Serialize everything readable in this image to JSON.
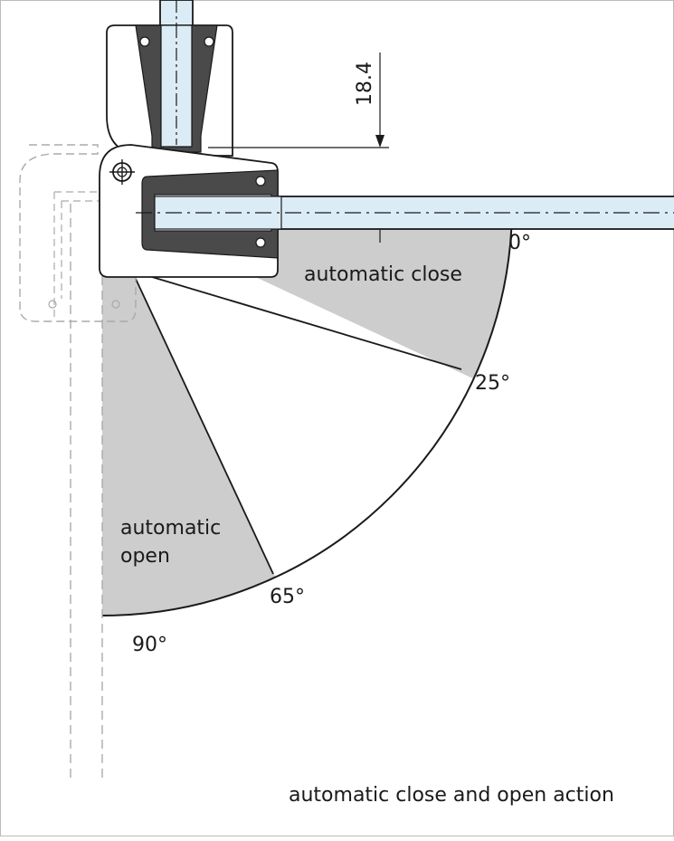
{
  "dimension": {
    "value": "18.4"
  },
  "zones": {
    "close": "automatic close",
    "open_line1": "automatic",
    "open_line2": "open"
  },
  "angles": {
    "a0": "0°",
    "a25": "25°",
    "a65": "65°",
    "a90": "90°"
  },
  "caption": "automatic close and open action",
  "colors": {
    "zone_fill": "#cdcdcd",
    "glass_fill": "#dcecf7",
    "gasket_fill": "#4a4a4a",
    "line": "#1a1a1a",
    "dashed": "#aaaaaa"
  }
}
